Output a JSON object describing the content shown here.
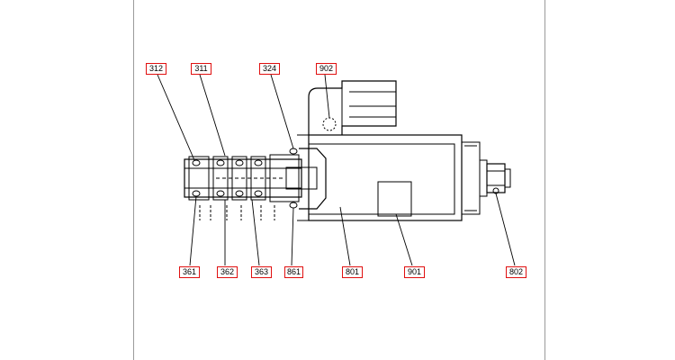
{
  "diagram": {
    "type": "exploded-parts-drawing",
    "subject": "solenoid valve cross-section",
    "callout_border_color": "#e01010",
    "line_color": "#000000",
    "callouts": [
      {
        "id": "c312",
        "label": "312"
      },
      {
        "id": "c311",
        "label": "311"
      },
      {
        "id": "c324",
        "label": "324"
      },
      {
        "id": "c902",
        "label": "902"
      },
      {
        "id": "c361",
        "label": "361"
      },
      {
        "id": "c362",
        "label": "362"
      },
      {
        "id": "c363",
        "label": "363"
      },
      {
        "id": "c861",
        "label": "861"
      },
      {
        "id": "c801",
        "label": "801"
      },
      {
        "id": "c901",
        "label": "901"
      },
      {
        "id": "c802",
        "label": "802"
      }
    ]
  }
}
